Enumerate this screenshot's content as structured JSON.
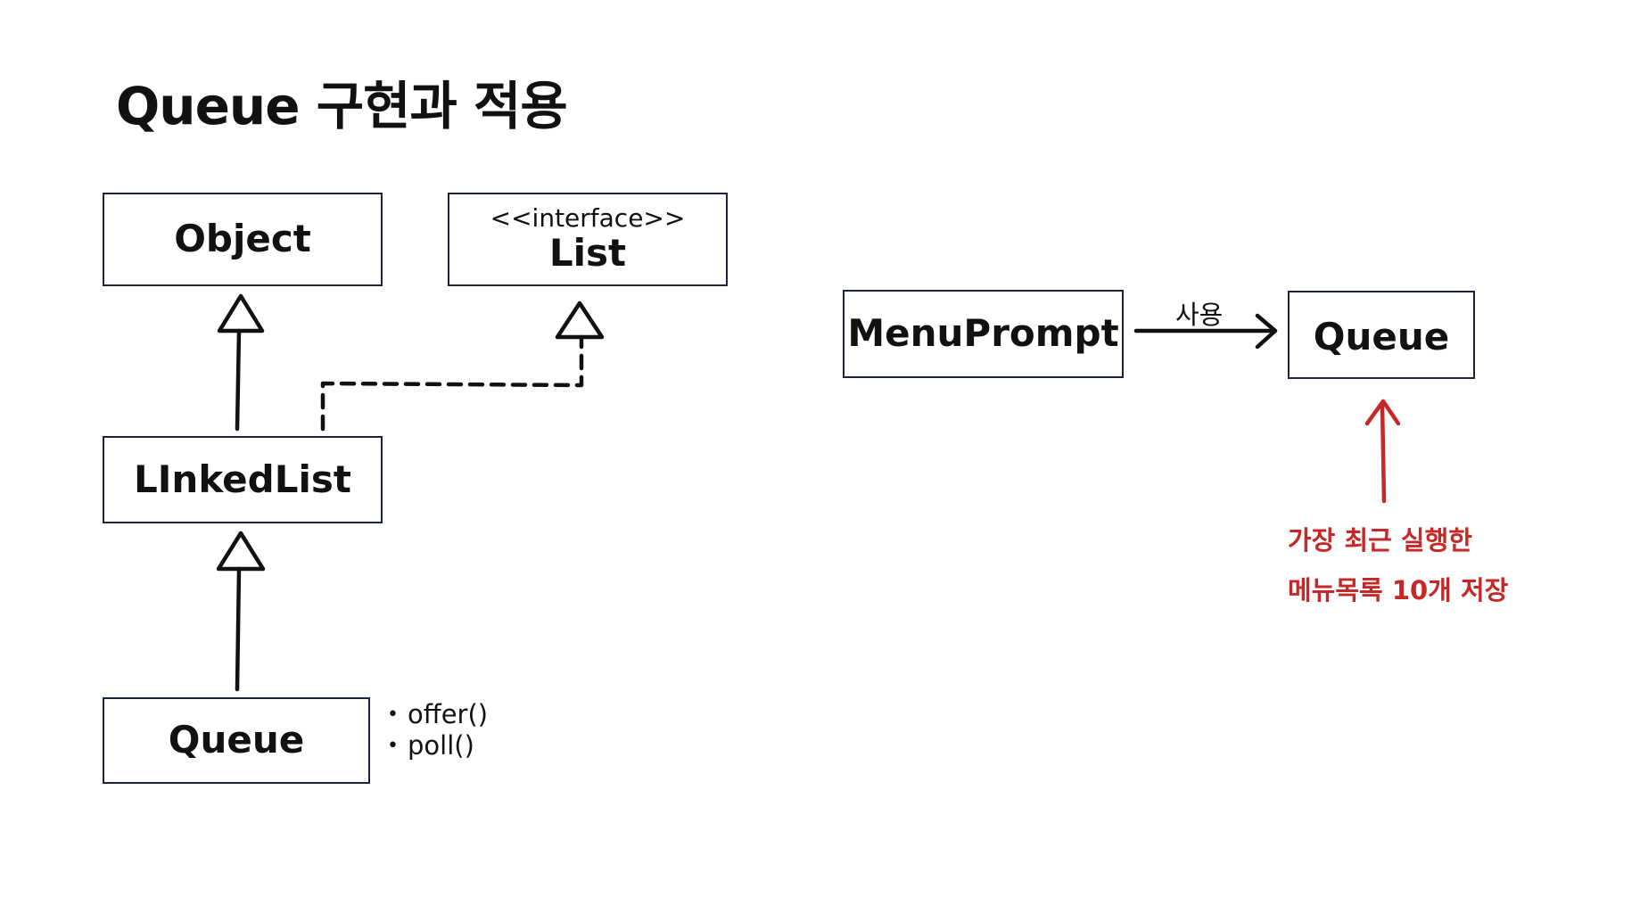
{
  "title": "Queue 구현과 적용",
  "boxes": {
    "object": "Object",
    "list_stereotype": "<<interface>>",
    "list": "List",
    "linkedlist": "LInkedList",
    "queue_left": "Queue",
    "menuprompt": "MenuPrompt",
    "queue_right": "Queue"
  },
  "methods": [
    "offer()",
    "poll()"
  ],
  "edge_label_uses": "사용",
  "note_lines": [
    "가장 최근 실행한",
    "메뉴목록 10개 저장"
  ],
  "colors": {
    "box_border": "#1c2340",
    "text": "#111111",
    "note": "#c62828"
  }
}
